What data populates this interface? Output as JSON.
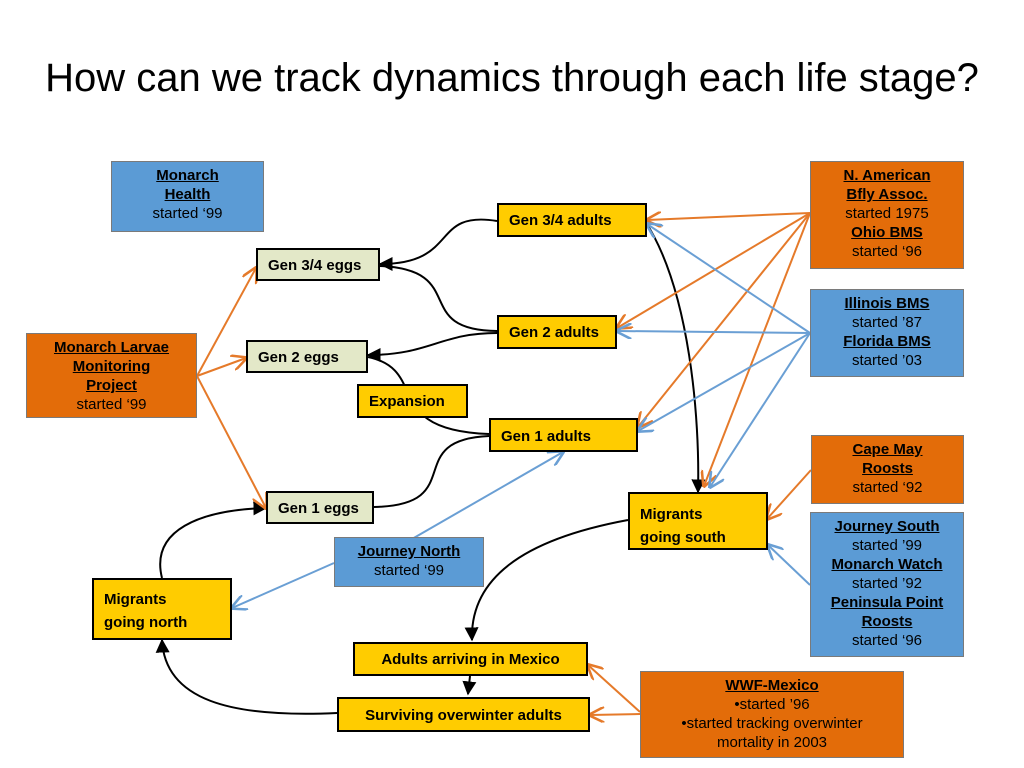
{
  "title": "How can we track dynamics through each life stage?",
  "colors": {
    "stage_fill": "#ffcc00",
    "egg_fill": "#e3e8c8",
    "orange_program": "#e36c09",
    "blue_program": "#5b9bd5",
    "orange_arrow": "#e57a2a",
    "blue_arrow": "#6a9fd4",
    "cycle_arrow": "#000000"
  },
  "stages": {
    "gen34_adults": "Gen 3/4 adults",
    "gen2_adults": "Gen 2 adults",
    "gen1_adults": "Gen 1 adults",
    "gen34_eggs": "Gen 3/4 eggs",
    "gen2_eggs": "Gen 2 eggs",
    "gen1_eggs": "Gen 1 eggs",
    "expansion": "Expansion",
    "migrants_south_1": "Migrants",
    "migrants_south_2": "going south",
    "migrants_north_1": "Migrants",
    "migrants_north_2": "going north",
    "adults_mexico": "Adults arriving in Mexico",
    "surviving": "Surviving overwinter adults"
  },
  "programs": {
    "monarch_health": {
      "name1": "Monarch",
      "name2": "Health",
      "started": "started ‘99"
    },
    "mlmp": {
      "name1": "Monarch Larvae",
      "name2": "Monitoring",
      "name3": "Project",
      "started": "started ‘99"
    },
    "naba": {
      "name1": "N. American",
      "name2": "Bfly Assoc.",
      "started1": "started 1975",
      "name3": "Ohio BMS",
      "started2": "started  ‘96"
    },
    "illinois": {
      "name1": "Illinois BMS",
      "started1": "started ’87",
      "name2": "Florida BMS",
      "started2": "started ’03"
    },
    "capemay": {
      "name1": "Cape May",
      "name2": "Roosts",
      "started": "started  ‘92"
    },
    "journey_south": {
      "name1": "Journey South",
      "started1": "started ’99",
      "name2": "Monarch Watch",
      "started2": "started ’92",
      "name3": "Peninsula Point",
      "name4": "Roosts",
      "started3": "started ‘96"
    },
    "journey_north": {
      "name": "Journey North",
      "started": "started ‘99"
    },
    "wwf": {
      "name": "WWF-Mexico",
      "line1": "•started ’96",
      "line2": "•started tracking overwinter",
      "line3": "mortality in 2003"
    }
  }
}
